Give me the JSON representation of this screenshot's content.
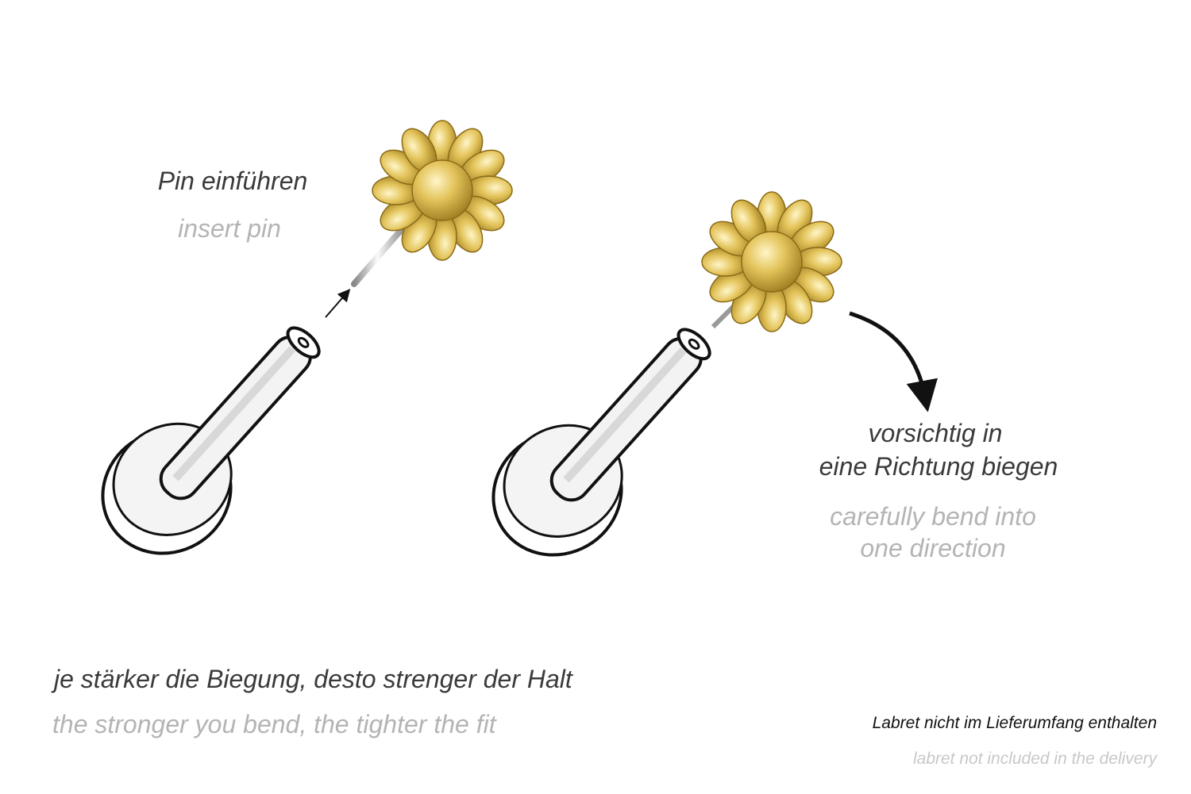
{
  "step1": {
    "de": "Pin einführen",
    "en": "insert pin"
  },
  "step2": {
    "de_line1": "vorsichtig in",
    "de_line2": "eine Richtung biegen",
    "en_line1": "carefully bend into",
    "en_line2": "one direction"
  },
  "note": {
    "de": "je stärker die Biegung, desto strenger der Halt",
    "en": "the stronger you bend, the tighter the fit"
  },
  "disclaimer": {
    "de": "Labret nicht im Lieferumfang enthalten",
    "en": "labret not included in the delivery"
  },
  "colors": {
    "gold": "#d9b84a",
    "text_dark": "#3a3a3a",
    "text_light": "#b4b4b4"
  }
}
